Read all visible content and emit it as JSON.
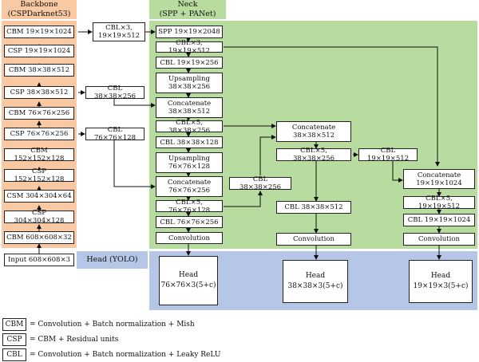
{
  "backbone": {
    "title": "Backbone\n(CSPDarknet53)",
    "layers": [
      "CBM 19×19×1024",
      "CSP 19×19×1024",
      "CBM 38×38×512",
      "CSP 38×38×512",
      "CBM 76×76×256",
      "CSP 76×76×256",
      "CBM 152×152×128",
      "CSP 152×152×128",
      "CSM 304×304×64",
      "CSP 304×304×128",
      "CBM 608×608×32",
      "Input 608×608×3"
    ]
  },
  "bridge": {
    "cbl3": "CBL×3,\n19×19×512",
    "cbl38": "CBL 38×38×256",
    "cbl76": "CBL 76×76×128"
  },
  "neck": {
    "title": "Neck\n(SPP + PANet)",
    "col1": [
      "SPP 19×19×2048",
      "CBL×3, 19×19×512",
      "CBL 19×19×256",
      "Upsampling\n38×38×256",
      "Concatenate\n38×38×512",
      "CBL×5, 38×38×256",
      "CBL 38×38×128",
      "Upsampling\n76×76×128",
      "Concatenate\n76×76×256",
      "CBL×5, 76×76×128",
      "CBL 76×76×256",
      "Convolution"
    ],
    "mid_cbl": "CBL 38×38×256",
    "col2": [
      "Concatenate\n38×38×512",
      "CBL×5, 38×38×256",
      "CBL 38×38×512",
      "Convolution"
    ],
    "col3_cbl": "CBL 19×19×512",
    "col4": [
      "Concatenate\n19×19×1024",
      "CBL×5, 19×19×512",
      "CBL 19×19×1024",
      "Convolution"
    ]
  },
  "head": {
    "title": "Head (YOLO)",
    "heads": [
      "Head\n76×76×3(5+c)",
      "Head\n38×38×3(5+c)",
      "Head\n19×19×3(5+c)"
    ]
  },
  "legend": [
    {
      "abbr": "CBM",
      "desc": "= Convolution + Batch normalization + Mish"
    },
    {
      "abbr": "CSP",
      "desc": "= CBM + Residual units"
    },
    {
      "abbr": "CBL",
      "desc": "= Convolution + Batch normalization + Leaky ReLU"
    }
  ]
}
